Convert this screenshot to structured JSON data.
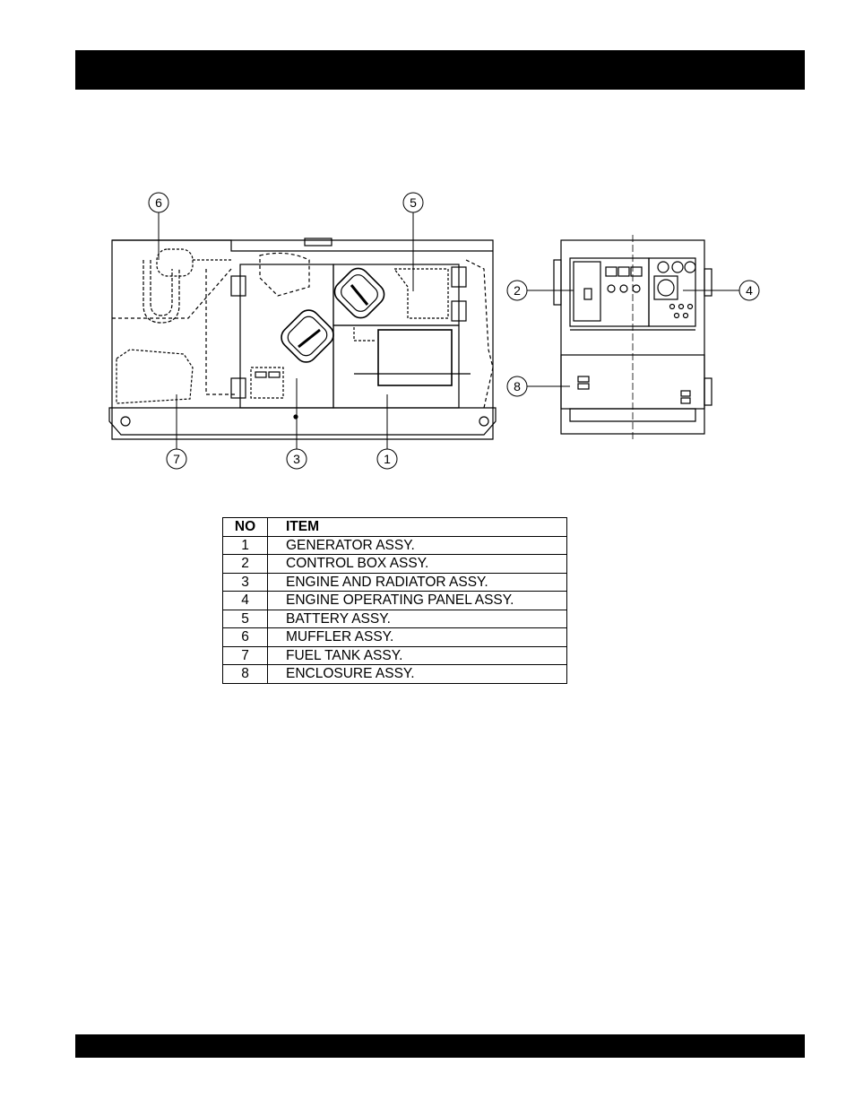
{
  "callouts": [
    "1",
    "2",
    "3",
    "4",
    "5",
    "6",
    "7",
    "8"
  ],
  "parts_table": {
    "header": {
      "no": "NO",
      "item": "ITEM"
    },
    "rows": [
      {
        "no": "1",
        "item": "GENERATOR ASSY."
      },
      {
        "no": "2",
        "item": "CONTROL BOX ASSY."
      },
      {
        "no": "3",
        "item": "ENGINE AND RADIATOR ASSY."
      },
      {
        "no": "4",
        "item": "ENGINE OPERATING PANEL ASSY."
      },
      {
        "no": "5",
        "item": "BATTERY ASSY."
      },
      {
        "no": "6",
        "item": "MUFFLER ASSY."
      },
      {
        "no": "7",
        "item": "FUEL TANK ASSY."
      },
      {
        "no": "8",
        "item": "ENCLOSURE ASSY."
      }
    ]
  }
}
